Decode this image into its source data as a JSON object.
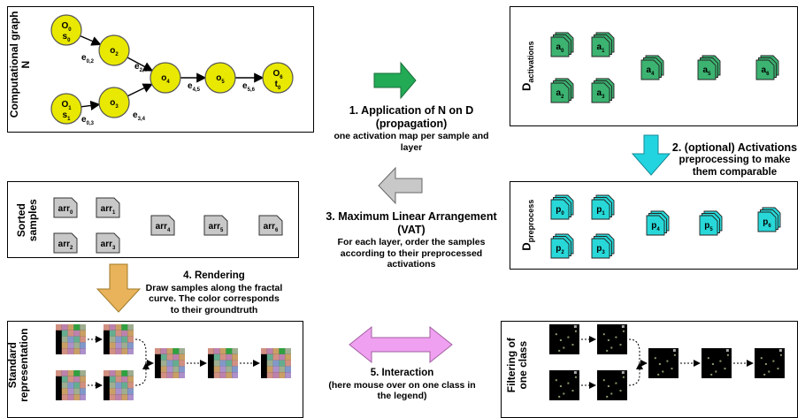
{
  "colors": {
    "node_fill": "#e8e800",
    "activation_fill": "#3cb371",
    "preprocess_fill": "#28d8d8",
    "sample_fill": "#c8c8c8",
    "arrow_green": "#22aa55",
    "arrow_cyan": "#22d4e0",
    "arrow_gray": "#c8c8c8",
    "arrow_orange": "#e8b35a",
    "arrow_pink": "#f0a0f0"
  },
  "graph": {
    "label_line1": "Computational graph",
    "label_line2": "N",
    "nodes": [
      {
        "id": "o0",
        "base": "O",
        "sub": "0",
        "base2": "s",
        "sub2": "0"
      },
      {
        "id": "o1",
        "base": "O",
        "sub": "1",
        "base2": "s",
        "sub2": "1"
      },
      {
        "id": "o2",
        "base": "o",
        "sub": "2"
      },
      {
        "id": "o3",
        "base": "o",
        "sub": "3"
      },
      {
        "id": "o4",
        "base": "o",
        "sub": "4"
      },
      {
        "id": "o5",
        "base": "o",
        "sub": "5"
      },
      {
        "id": "o6",
        "base": "O",
        "sub": "6",
        "base2": "t",
        "sub2": "0"
      }
    ],
    "edges": [
      {
        "from": "o0",
        "to": "o2",
        "base": "e",
        "sub": "0,2"
      },
      {
        "from": "o1",
        "to": "o3",
        "base": "e",
        "sub": "0,3"
      },
      {
        "from": "o2",
        "to": "o4",
        "base": "e",
        "sub": "2,4"
      },
      {
        "from": "o3",
        "to": "o4",
        "base": "e",
        "sub": "3,4"
      },
      {
        "from": "o4",
        "to": "o5",
        "base": "e",
        "sub": "4,5"
      },
      {
        "from": "o5",
        "to": "o6",
        "base": "e",
        "sub": "5,6"
      }
    ]
  },
  "activations": {
    "label_main": "D",
    "label_sub": "activations",
    "items": [
      {
        "base": "a",
        "sub": "0"
      },
      {
        "base": "a",
        "sub": "1"
      },
      {
        "base": "a",
        "sub": "2"
      },
      {
        "base": "a",
        "sub": "3"
      },
      {
        "base": "a",
        "sub": "4"
      },
      {
        "base": "a",
        "sub": "5"
      },
      {
        "base": "a",
        "sub": "6"
      }
    ]
  },
  "preprocess": {
    "label_main": "D",
    "label_sub": "preprocess",
    "items": [
      {
        "base": "p",
        "sub": "0"
      },
      {
        "base": "p",
        "sub": "1"
      },
      {
        "base": "p",
        "sub": "2"
      },
      {
        "base": "p",
        "sub": "3"
      },
      {
        "base": "p",
        "sub": "4"
      },
      {
        "base": "p",
        "sub": "5"
      },
      {
        "base": "p",
        "sub": "6"
      }
    ]
  },
  "sorted": {
    "label_line1": "Sorted",
    "label_line2": "samples",
    "items": [
      {
        "base": "arr",
        "sub": "0"
      },
      {
        "base": "arr",
        "sub": "1"
      },
      {
        "base": "arr",
        "sub": "2"
      },
      {
        "base": "arr",
        "sub": "3"
      },
      {
        "base": "arr",
        "sub": "4"
      },
      {
        "base": "arr",
        "sub": "5"
      },
      {
        "base": "arr",
        "sub": "6"
      }
    ]
  },
  "steps": {
    "s1": {
      "title_line1": "1. Application of N on D",
      "title_line2": "(propagation)",
      "desc_line1": "one activation map per  sample and",
      "desc_line2": "layer"
    },
    "s2": {
      "line1": "2. (optional) Activations",
      "line2": "preprocessing to make",
      "line3": "them comparable"
    },
    "s3": {
      "title_line1": "3. Maximum Linear Arrangement",
      "title_line2": "(VAT)",
      "desc_line1": "For each layer, order the samples",
      "desc_line2": "according to their preprocessed",
      "desc_line3": "activations"
    },
    "s4": {
      "title": "4. Rendering",
      "desc_line1": "Draw samples along the fractal",
      "desc_line2": "curve. The color corresponds",
      "desc_line3": "to their groundtruth"
    },
    "s5": {
      "title": "5. Interaction",
      "desc_line1": "(here mouse over on one class in",
      "desc_line2": "the legend)"
    }
  },
  "standard": {
    "label_line1": "Standard",
    "label_line2": "representation"
  },
  "filtering": {
    "label_line1": "Filtering of",
    "label_line2": "one class"
  }
}
